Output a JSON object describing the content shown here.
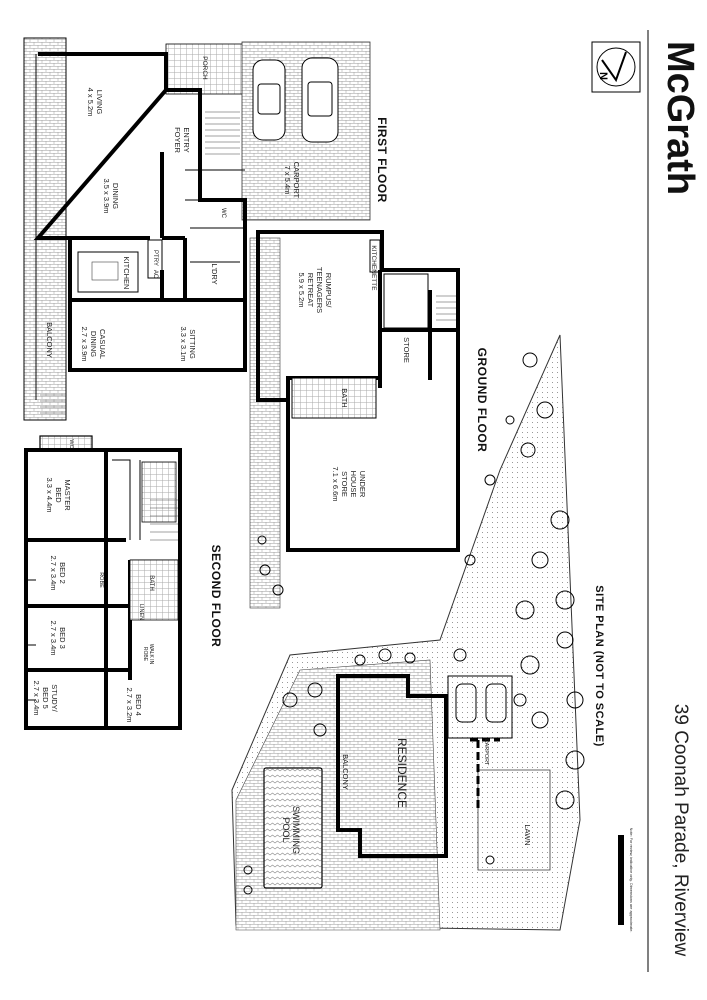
{
  "brand": {
    "name": "McGrath"
  },
  "address": "39 Coonah Parade, Riverview",
  "floors": {
    "first": "FIRST FLOOR",
    "second": "SECOND FLOOR",
    "ground": "GROUND FLOOR",
    "site": "SITE PLAN (NOT TO SCALE)"
  },
  "first_floor_rooms": {
    "living_name": "LIVING",
    "living_dim": "4 x 5.2m",
    "dining_name": "DINING",
    "dining_dim": "3.5 x 3.9m",
    "kitchen": "KITCHEN",
    "entry1": "ENTRY",
    "entry2": "FOYER",
    "casual1": "CASUAL",
    "casual2": "DINING",
    "casual_dim": "2.7 x 3.9m",
    "sitting_name": "SITTING",
    "sitting_dim": "3.3 x 3.1m",
    "ldry": "L'DRY",
    "ptry": "PTRY",
    "ac": "AC",
    "wc": "WC",
    "balcony": "BALCONY",
    "porch": "PORCH",
    "carport_name": "CARPORT",
    "carport_dim": "7 x 5.4m"
  },
  "ground_floor_rooms": {
    "rumpus1": "RUMPUS/",
    "rumpus2": "TEENAGERS",
    "rumpus3": "RETREAT",
    "rumpus_dim": "5.9 x 5.2m",
    "kitchenette": "KITCHENETTE",
    "bath": "BATH",
    "store": "STORE",
    "under1": "UNDER",
    "under2": "HOUSE",
    "under3": "STORE",
    "under_dim": "7.1 x 6.6m"
  },
  "second_floor_rooms": {
    "master1": "MASTER",
    "master2": "BED",
    "master_dim": "3.3 x 4.4m",
    "bed2_name": "BED 2",
    "bed2_dim": "2.7 x 3.4m",
    "bed3_name": "BED 3",
    "bed3_dim": "2.7 x 3.4m",
    "study1": "STUDY/",
    "study2": "BED 5",
    "study_dim": "2.7 x 3.4m",
    "bed4_name": "BED 4",
    "bed4_dim": "2.7 x 3.2m",
    "robe": "ROBE",
    "linen": "LINEN",
    "bath": "BATH",
    "walk_in": "WALK IN",
    "robe2": "ROBE",
    "wc": "WC"
  },
  "site_plan": {
    "residence": "RESIDENCE",
    "pool1": "SWIMMING",
    "pool2": "POOL",
    "balcony": "BALCONY",
    "lawn": "LAWN",
    "carport": "CARPORT"
  },
  "disclaimer": "Note: For review, indicative only. Dimensions are approximate."
}
